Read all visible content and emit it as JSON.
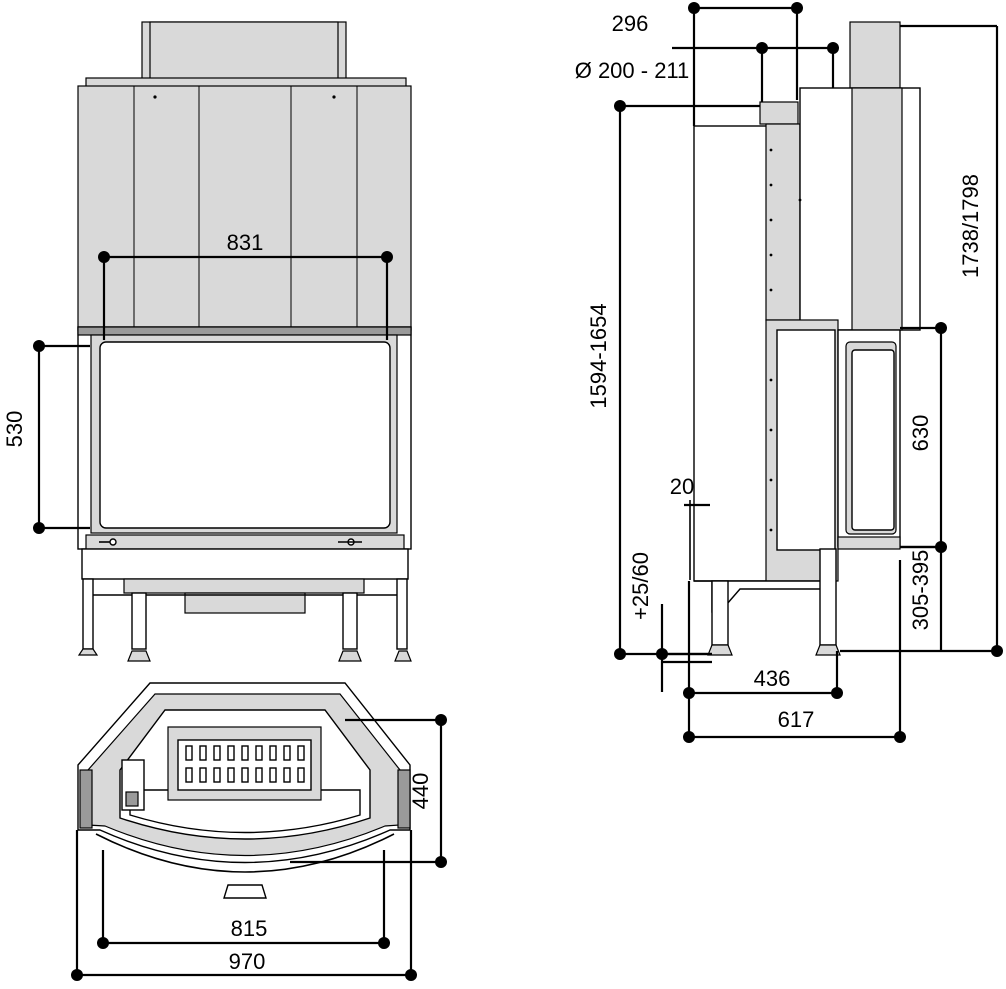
{
  "dimensions": {
    "front_width": "831",
    "front_glass_height": "530",
    "flue_offset": "296",
    "flue_diameter": "Ø 200 - 211",
    "side_total_height": "1594-1654",
    "side_overall_height": "1738/1798",
    "side_door_height": "630",
    "side_offset_20": "20",
    "side_leg_adjust": "+25/60",
    "side_base_height": "305-395",
    "side_depth_436": "436",
    "side_depth_617": "617",
    "plan_depth": "440",
    "plan_width_inner": "815",
    "plan_width_outer": "970"
  },
  "colors": {
    "line": "#000000",
    "panel_fill": "#d9d9d9",
    "dark_fill": "#9a9a9a",
    "background": "#ffffff"
  }
}
